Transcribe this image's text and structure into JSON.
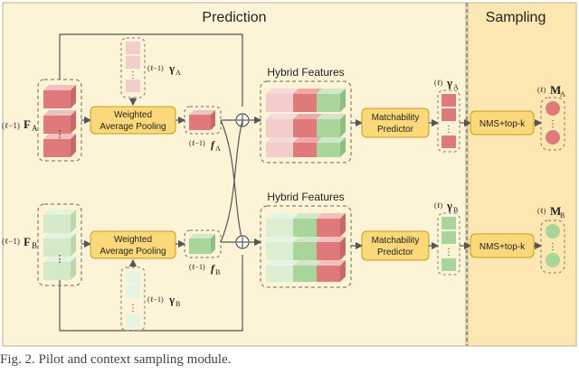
{
  "sections": {
    "prediction": "Prediction",
    "sampling": "Sampling"
  },
  "labels": {
    "hybrid_features_a": "Hybrid Features",
    "hybrid_features_b": "Hybrid Features",
    "weighted_pooling_a": [
      "Weighted",
      "Average Pooling"
    ],
    "weighted_pooling_b": [
      "Weighted",
      "Average Pooling"
    ],
    "matchability_a": [
      "Matchability",
      "Predictor"
    ],
    "matchability_b": [
      "Matchability",
      "Predictor"
    ],
    "nms_a": "NMS+top-k",
    "nms_b": "NMS+top-k"
  },
  "math": {
    "F_A": "F",
    "F_A_sub": "A",
    "F_A_sup": "(ℓ−1)",
    "F_B": "F",
    "F_B_sub": "B",
    "F_B_sup": "(ℓ−1)",
    "gamma_A_prev": "γ",
    "gamma_A_prev_sub": "A",
    "gamma_A_prev_sup": "(ℓ−1)",
    "gamma_B_prev": "γ",
    "gamma_B_prev_sub": "B",
    "gamma_B_prev_sup": "(ℓ−1)",
    "f_A": "f",
    "f_A_sub": "A",
    "f_A_sup": "(ℓ−1)",
    "f_B": "f",
    "f_B_sub": "B",
    "f_B_sup": "(ℓ−1)",
    "gamma_A": "γ",
    "gamma_A_sub": "A",
    "gamma_A_sup": "(ℓ)",
    "gamma_B": "γ",
    "gamma_B_sub": "B",
    "gamma_B_sup": "(ℓ)",
    "M_A": "M",
    "M_A_sub": "A",
    "M_A_sup": "(ℓ)",
    "M_B": "M",
    "M_B_sub": "B",
    "M_B_sup": "(ℓ)",
    "dots": "⋮"
  },
  "caption": "Fig. 2.   Pilot and context sampling module.",
  "colors": {
    "prediction_bg": "#fdf3d6",
    "sampling_bg": "#fce7b3",
    "box_fill": "#fbd97a",
    "box_stroke": "#c99b1e",
    "red": "#e07a7a",
    "red_light": "#f3cccc",
    "green": "#a9d49a",
    "green_light": "#dcefd3"
  }
}
